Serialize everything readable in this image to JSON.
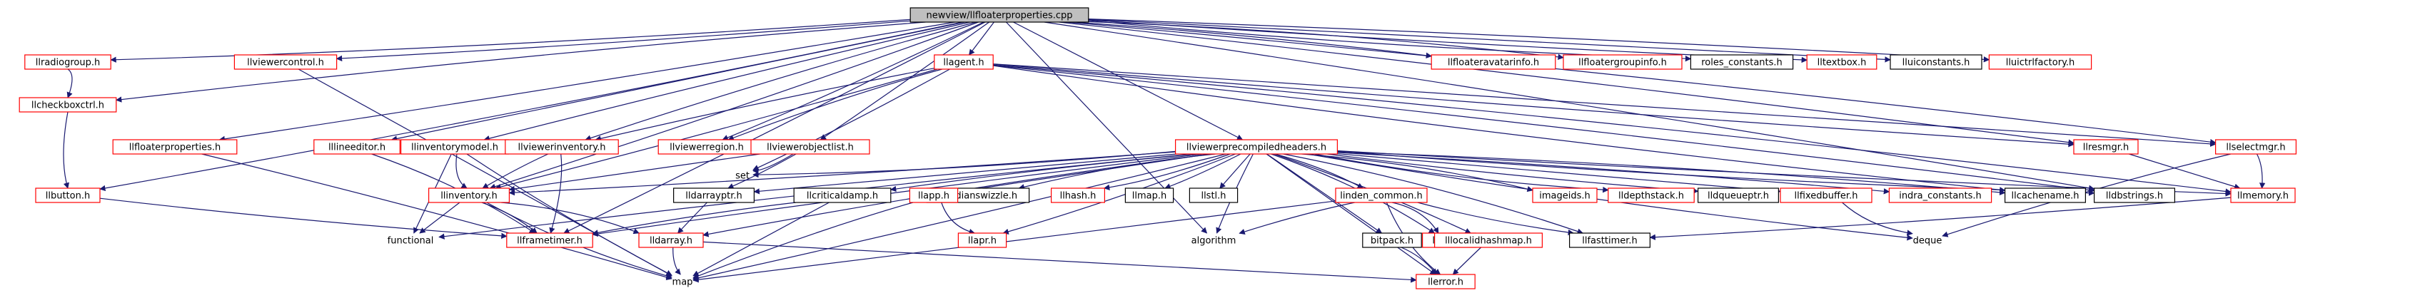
{
  "colors": {
    "edge": "#191970",
    "edge_accent": "#d00000",
    "root_fill": "#bfbfbf",
    "undocumented_border": "#ff0000",
    "documented_border": "#000000",
    "text": "#000000"
  },
  "root": "newview/llfloaterproperties.cpp",
  "nodes": [
    {
      "id": "root",
      "label": "newview/llfloaterproperties.cpp",
      "style": "root"
    },
    {
      "id": "llradiogroup",
      "label": "llradiogroup.h",
      "style": "red"
    },
    {
      "id": "llviewercontrol",
      "label": "llviewercontrol.h",
      "style": "red"
    },
    {
      "id": "llagent",
      "label": "llagent.h",
      "style": "red"
    },
    {
      "id": "llfloateravatarinfo",
      "label": "llfloateravatarinfo.h",
      "style": "red"
    },
    {
      "id": "llfloatergroupinfo",
      "label": "llfloatergroupinfo.h",
      "style": "red"
    },
    {
      "id": "roles_constants",
      "label": "roles_constants.h",
      "style": "black"
    },
    {
      "id": "lltextbox",
      "label": "lltextbox.h",
      "style": "red"
    },
    {
      "id": "lluiconstants",
      "label": "lluiconstants.h",
      "style": "black"
    },
    {
      "id": "lluictrlfactory",
      "label": "lluictrlfactory.h",
      "style": "red"
    },
    {
      "id": "llcheckboxctrl",
      "label": "llcheckboxctrl.h",
      "style": "red"
    },
    {
      "id": "llfloaterproperties",
      "label": "llfloaterproperties.h",
      "style": "red"
    },
    {
      "id": "lllineeditor",
      "label": "lllineeditor.h",
      "style": "red"
    },
    {
      "id": "llinventorymodel",
      "label": "llinventorymodel.h",
      "style": "red"
    },
    {
      "id": "llviewerinventory",
      "label": "llviewerinventory.h",
      "style": "red"
    },
    {
      "id": "llviewerregion",
      "label": "llviewerregion.h",
      "style": "red"
    },
    {
      "id": "llviewerobjectlist",
      "label": "llviewerobjectlist.h",
      "style": "red"
    },
    {
      "id": "llviewerprecompiledheaders",
      "label": "llviewerprecompiledheaders.h",
      "style": "red"
    },
    {
      "id": "llresmgr",
      "label": "llresmgr.h",
      "style": "red"
    },
    {
      "id": "llselectmgr",
      "label": "llselectmgr.h",
      "style": "red"
    },
    {
      "id": "llbutton",
      "label": "llbutton.h",
      "style": "red"
    },
    {
      "id": "set",
      "label": "set",
      "style": "plain"
    },
    {
      "id": "llinventory",
      "label": "llinventory.h",
      "style": "red"
    },
    {
      "id": "lldarrayptr",
      "label": "lldarrayptr.h",
      "style": "black"
    },
    {
      "id": "llcriticaldamp",
      "label": "llcriticaldamp.h",
      "style": "black"
    },
    {
      "id": "llendianswizzle",
      "label": "llendianswizzle.h",
      "style": "black"
    },
    {
      "id": "llhash",
      "label": "llhash.h",
      "style": "red"
    },
    {
      "id": "llmap",
      "label": "llmap.h",
      "style": "black"
    },
    {
      "id": "llstl",
      "label": "llstl.h",
      "style": "black"
    },
    {
      "id": "lllinden_common",
      "label": "linden_common.h",
      "style": "red"
    },
    {
      "id": "imageids",
      "label": "imageids.h",
      "style": "red"
    },
    {
      "id": "lldepthstack",
      "label": "lldepthstack.h",
      "style": "red"
    },
    {
      "id": "lldqueueptr",
      "label": "lldqueueptr.h",
      "style": "black"
    },
    {
      "id": "llfixedbuffer",
      "label": "llfixedbuffer.h",
      "style": "red"
    },
    {
      "id": "indra_constants",
      "label": "indra_constants.h",
      "style": "red"
    },
    {
      "id": "llcachename",
      "label": "llcachename.h",
      "style": "black"
    },
    {
      "id": "lldbstrings",
      "label": "lldbstrings.h",
      "style": "black"
    },
    {
      "id": "llmemory",
      "label": "llmemory.h",
      "style": "red"
    },
    {
      "id": "llapp",
      "label": "llapp.h",
      "style": "red"
    },
    {
      "id": "functional",
      "label": "functional",
      "style": "plain"
    },
    {
      "id": "llframetimer",
      "label": "llframetimer.h",
      "style": "red"
    },
    {
      "id": "lldarray",
      "label": "lldarray.h",
      "style": "red"
    },
    {
      "id": "llapr",
      "label": "llapr.h",
      "style": "red"
    },
    {
      "id": "algorithm",
      "label": "algorithm",
      "style": "plain"
    },
    {
      "id": "lldefs",
      "label": "lldefs.h",
      "style": "red"
    },
    {
      "id": "bitpack",
      "label": "bitpack.h",
      "style": "black"
    },
    {
      "id": "lllocalidhashmap",
      "label": "lllocalidhashmap.h",
      "style": "red"
    },
    {
      "id": "llfasttimer",
      "label": "llfasttimer.h",
      "style": "black"
    },
    {
      "id": "deque",
      "label": "deque",
      "style": "plain"
    },
    {
      "id": "map",
      "label": "map",
      "style": "plain"
    },
    {
      "id": "llerror",
      "label": "llerror.h",
      "style": "red"
    }
  ],
  "edges": [
    [
      "root",
      "llradiogroup"
    ],
    [
      "root",
      "llviewercontrol"
    ],
    [
      "root",
      "llagent"
    ],
    [
      "root",
      "llfloateravatarinfo"
    ],
    [
      "root",
      "llfloatergroupinfo"
    ],
    [
      "root",
      "roles_constants"
    ],
    [
      "root",
      "lltextbox"
    ],
    [
      "root",
      "lluiconstants"
    ],
    [
      "root",
      "lluictrlfactory"
    ],
    [
      "root",
      "llcheckboxctrl"
    ],
    [
      "root",
      "llbutton"
    ],
    [
      "root",
      "llfloaterproperties"
    ],
    [
      "root",
      "lllineeditor"
    ],
    [
      "root",
      "llinventorymodel"
    ],
    [
      "root",
      "llviewerinventory"
    ],
    [
      "root",
      "llviewerregion"
    ],
    [
      "root",
      "llviewerobjectlist"
    ],
    [
      "root",
      "llviewerprecompiledheaders"
    ],
    [
      "root",
      "llresmgr"
    ],
    [
      "root",
      "llselectmgr"
    ],
    [
      "root",
      "llinventory"
    ],
    [
      "root",
      "llframetimer"
    ],
    [
      "root",
      "algorithm"
    ],
    [
      "root",
      "lldbstrings"
    ],
    [
      "llradiogroup",
      "llcheckboxctrl"
    ],
    [
      "llcheckboxctrl",
      "llbutton"
    ],
    [
      "llbutton",
      "llframetimer"
    ],
    [
      "llviewercontrol",
      "map"
    ],
    [
      "llfloaterproperties",
      "map"
    ],
    [
      "lllineeditor",
      "llframetimer"
    ],
    [
      "llinventorymodel",
      "llinventory"
    ],
    [
      "llinventorymodel",
      "map"
    ],
    [
      "llinventorymodel",
      "functional"
    ],
    [
      "llviewerinventory",
      "llinventory"
    ],
    [
      "llviewerinventory",
      "llframetimer"
    ],
    [
      "llviewerobjectlist",
      "set"
    ],
    [
      "llviewerobjectlist",
      "lldarrayptr"
    ],
    [
      "llviewerobjectlist",
      "llinventory"
    ],
    [
      "llagent",
      "llviewerinventory"
    ],
    [
      "llagent",
      "llviewerregion"
    ],
    [
      "llagent",
      "set"
    ],
    [
      "llagent",
      "llresmgr"
    ],
    [
      "llagent",
      "llselectmgr"
    ],
    [
      "llagent",
      "lldbstrings"
    ],
    [
      "llagent",
      "llmemory"
    ],
    [
      "llagent",
      "llcachename"
    ],
    [
      "llagent",
      "llinventory"
    ],
    [
      "llinventory",
      "functional"
    ],
    [
      "llinventory",
      "llframetimer"
    ],
    [
      "llinventory",
      "lldarray"
    ],
    [
      "llinventory",
      "map"
    ],
    [
      "lldarrayptr",
      "lldarray"
    ],
    [
      "llcriticaldamp",
      "map"
    ],
    [
      "llcriticaldamp",
      "llframetimer"
    ],
    [
      "llapp",
      "map"
    ],
    [
      "llapp",
      "llapr"
    ],
    [
      "lldarray",
      "map"
    ],
    [
      "lldarray",
      "llerror"
    ],
    [
      "lllinden_common",
      "algorithm"
    ],
    [
      "lllinden_common",
      "lldefs"
    ],
    [
      "lllinden_common",
      "llerror"
    ],
    [
      "lllinden_common",
      "llfasttimer"
    ],
    [
      "lllinden_common",
      "map"
    ],
    [
      "bitpack",
      "llerror"
    ],
    [
      "lllocalidhashmap",
      "llerror"
    ],
    [
      "llfixedbuffer",
      "deque"
    ],
    [
      "llmemory",
      "llfasttimer"
    ],
    [
      "llresmgr",
      "llmemory"
    ],
    [
      "llselectmgr",
      "llmemory"
    ],
    [
      "llselectmgr",
      "deque"
    ],
    [
      "llviewerprecompiledheaders",
      "set"
    ],
    [
      "llviewerprecompiledheaders",
      "llinventory"
    ],
    [
      "llviewerprecompiledheaders",
      "lldarrayptr"
    ],
    [
      "llviewerprecompiledheaders",
      "llcriticaldamp"
    ],
    [
      "llviewerprecompiledheaders",
      "llendianswizzle"
    ],
    [
      "llviewerprecompiledheaders",
      "llhash"
    ],
    [
      "llviewerprecompiledheaders",
      "llmap"
    ],
    [
      "llviewerprecompiledheaders",
      "llstl"
    ],
    [
      "llviewerprecompiledheaders",
      "lllinden_common"
    ],
    [
      "llviewerprecompiledheaders",
      "imageids"
    ],
    [
      "llviewerprecompiledheaders",
      "lldepthstack"
    ],
    [
      "llviewerprecompiledheaders",
      "lldqueueptr"
    ],
    [
      "llviewerprecompiledheaders",
      "llfixedbuffer"
    ],
    [
      "llviewerprecompiledheaders",
      "indra_constants"
    ],
    [
      "llviewerprecompiledheaders",
      "llcachename"
    ],
    [
      "llviewerprecompiledheaders",
      "lldbstrings"
    ],
    [
      "llviewerprecompiledheaders",
      "llmemory"
    ],
    [
      "llviewerprecompiledheaders",
      "llapp"
    ],
    [
      "llviewerprecompiledheaders",
      "llframetimer"
    ],
    [
      "llviewerprecompiledheaders",
      "lldarray"
    ],
    [
      "llviewerprecompiledheaders",
      "llapr"
    ],
    [
      "llviewerprecompiledheaders",
      "algorithm"
    ],
    [
      "llviewerprecompiledheaders",
      "bitpack"
    ],
    [
      "llviewerprecompiledheaders",
      "lllocalidhashmap"
    ],
    [
      "llviewerprecompiledheaders",
      "llfasttimer"
    ],
    [
      "llviewerprecompiledheaders",
      "deque"
    ],
    [
      "llviewerprecompiledheaders",
      "map"
    ],
    [
      "llviewerprecompiledheaders",
      "llerror"
    ],
    [
      "llviewerprecompiledheaders",
      "functional"
    ],
    [
      "llviewerprecompiledheaders",
      "lldefs"
    ]
  ]
}
